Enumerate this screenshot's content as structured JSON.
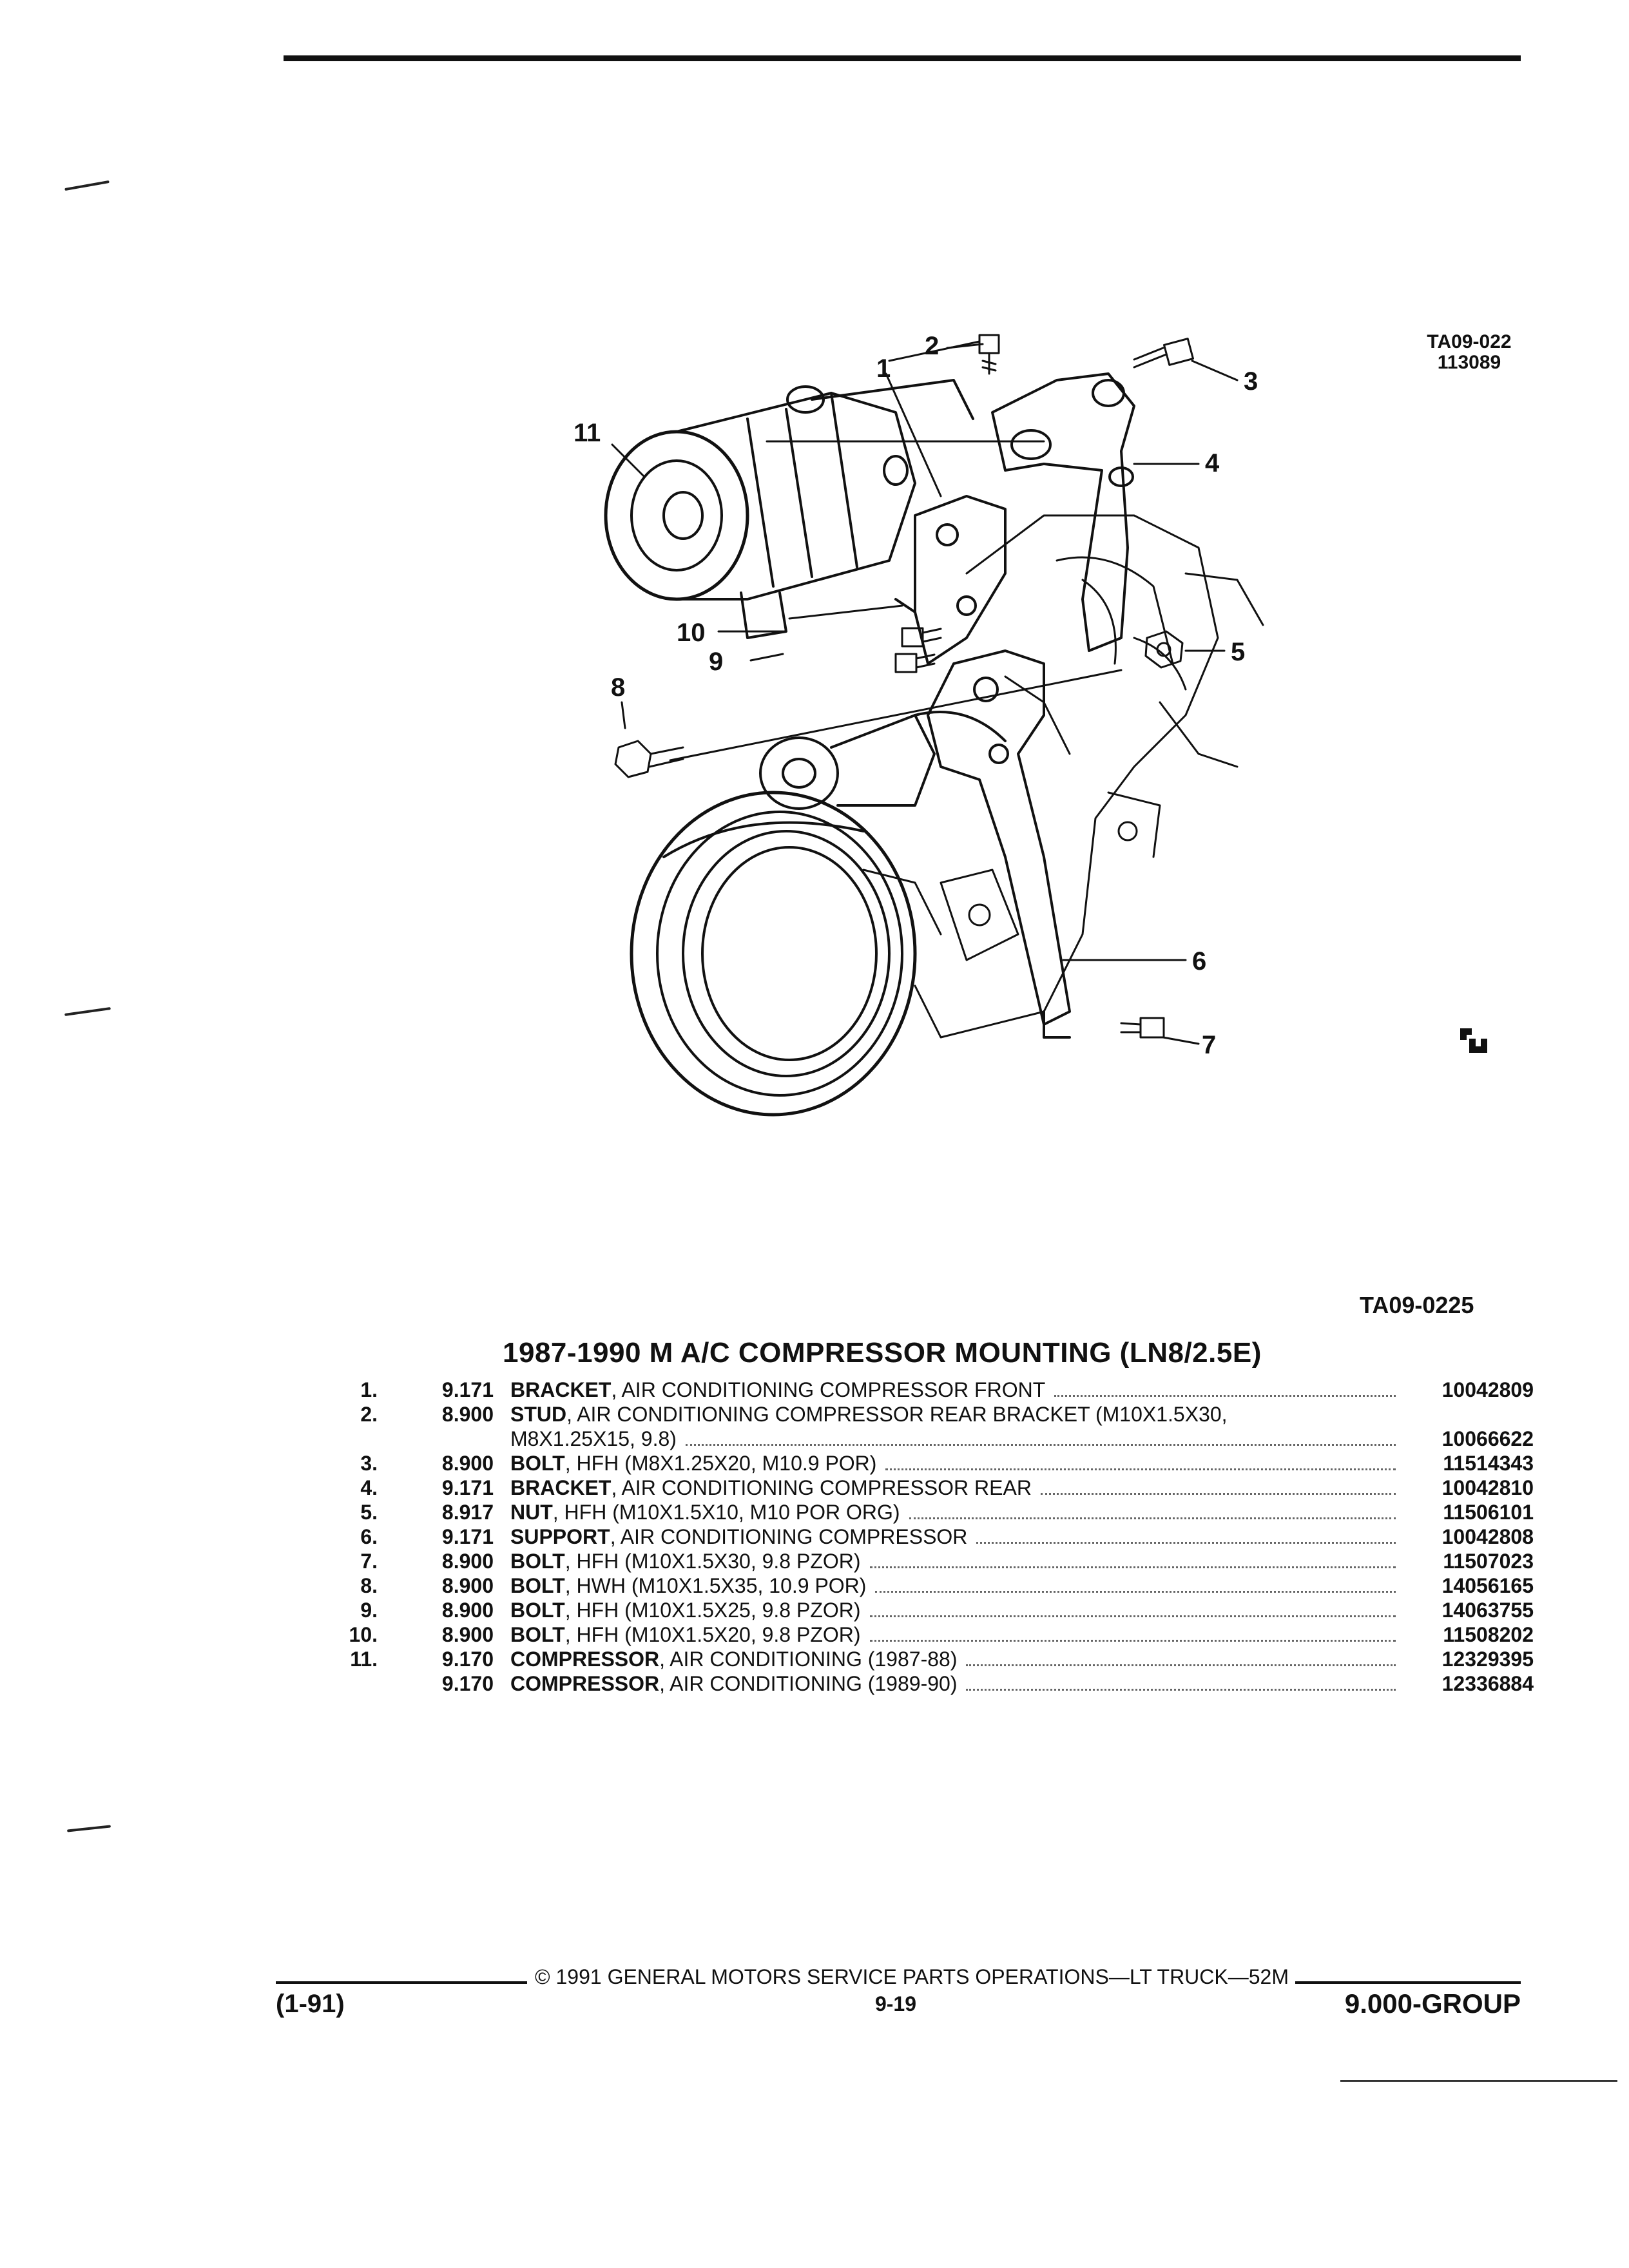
{
  "header": {
    "ta_code": "TA09-022",
    "ta_date": "113089"
  },
  "diagram": {
    "callouts": [
      "1",
      "2",
      "3",
      "4",
      "5",
      "6",
      "7",
      "8",
      "9",
      "10",
      "11"
    ]
  },
  "figure_code": "TA09-0225",
  "title": "1987-1990 M A/C COMPRESSOR MOUNTING (LN8/2.5E)",
  "parts": [
    {
      "item": "1.",
      "group": "9.171",
      "name": "BRACKET",
      "desc": ", AIR CONDITIONING COMPRESSOR FRONT",
      "part_no": "10042809"
    },
    {
      "item": "2.",
      "group": "8.900",
      "name": "STUD",
      "desc": ", AIR CONDITIONING COMPRESSOR REAR BRACKET (M10X1.5X30,",
      "part_no": ""
    },
    {
      "item": "",
      "group": "",
      "name": "",
      "desc": "M8X1.25X15, 9.8)",
      "part_no": "10066622"
    },
    {
      "item": "3.",
      "group": "8.900",
      "name": "BOLT",
      "desc": ", HFH (M8X1.25X20, M10.9 POR)",
      "part_no": "11514343"
    },
    {
      "item": "4.",
      "group": "9.171",
      "name": "BRACKET",
      "desc": ", AIR CONDITIONING COMPRESSOR REAR",
      "part_no": "10042810"
    },
    {
      "item": "5.",
      "group": "8.917",
      "name": "NUT",
      "desc": ", HFH (M10X1.5X10, M10 POR ORG)",
      "part_no": "11506101"
    },
    {
      "item": "6.",
      "group": "9.171",
      "name": "SUPPORT",
      "desc": ", AIR CONDITIONING COMPRESSOR",
      "part_no": "10042808"
    },
    {
      "item": "7.",
      "group": "8.900",
      "name": "BOLT",
      "desc": ", HFH (M10X1.5X30, 9.8 PZOR)",
      "part_no": "11507023"
    },
    {
      "item": "8.",
      "group": "8.900",
      "name": "BOLT",
      "desc": ", HWH (M10X1.5X35, 10.9 POR)",
      "part_no": "14056165"
    },
    {
      "item": "9.",
      "group": "8.900",
      "name": "BOLT",
      "desc": ", HFH (M10X1.5X25, 9.8 PZOR)",
      "part_no": "14063755"
    },
    {
      "item": "10.",
      "group": "8.900",
      "name": "BOLT",
      "desc": ", HFH (M10X1.5X20, 9.8 PZOR)",
      "part_no": "11508202"
    },
    {
      "item": "11.",
      "group": "9.170",
      "name": "COMPRESSOR",
      "desc": ", AIR CONDITIONING (1987-88)",
      "part_no": "12329395"
    },
    {
      "item": "",
      "group": "9.170",
      "name": "COMPRESSOR",
      "desc": ", AIR CONDITIONING (1989-90)",
      "part_no": "12336884"
    }
  ],
  "footer": {
    "copyright": "© 1991 GENERAL MOTORS SERVICE PARTS OPERATIONS—LT TRUCK—52M",
    "edition": "(1-91)",
    "page": "9-19",
    "group": "9.000-GROUP"
  }
}
